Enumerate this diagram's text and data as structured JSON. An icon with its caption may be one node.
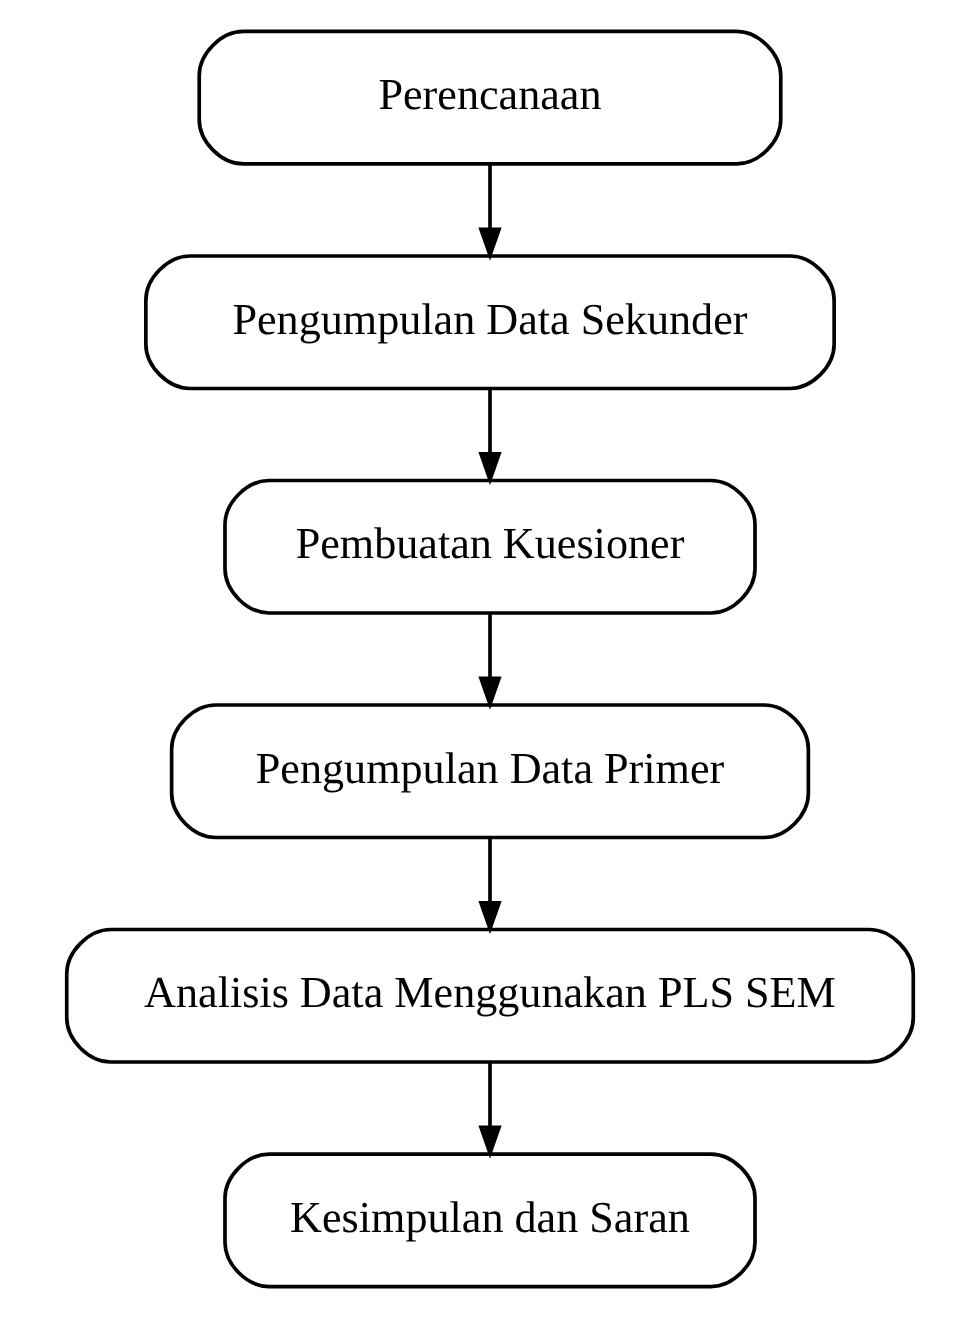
{
  "diagram": {
    "nodes": [
      {
        "text": [
          "Perencanaan"
        ]
      },
      {
        "text": [
          "Pengumpulan Data Sekunder"
        ]
      },
      {
        "text": [
          "Pembuatan Kuesioner"
        ]
      },
      {
        "text": [
          "Pengumpulan Data Primer"
        ]
      },
      {
        "text": [
          "Analisis Data Menggunakan PLS SEM"
        ]
      },
      {
        "text": [
          "Kesimpulan dan Saran"
        ]
      }
    ],
    "edges": [
      {
        "from": 0,
        "to": 1,
        "arrow": "to"
      },
      {
        "from": 1,
        "to": 2,
        "arrow": "to"
      },
      {
        "from": 2,
        "to": 3,
        "arrow": "to"
      },
      {
        "from": 3,
        "to": 4,
        "arrow": "to"
      },
      {
        "from": 4,
        "to": 5,
        "arrow": "to"
      }
    ]
  }
}
